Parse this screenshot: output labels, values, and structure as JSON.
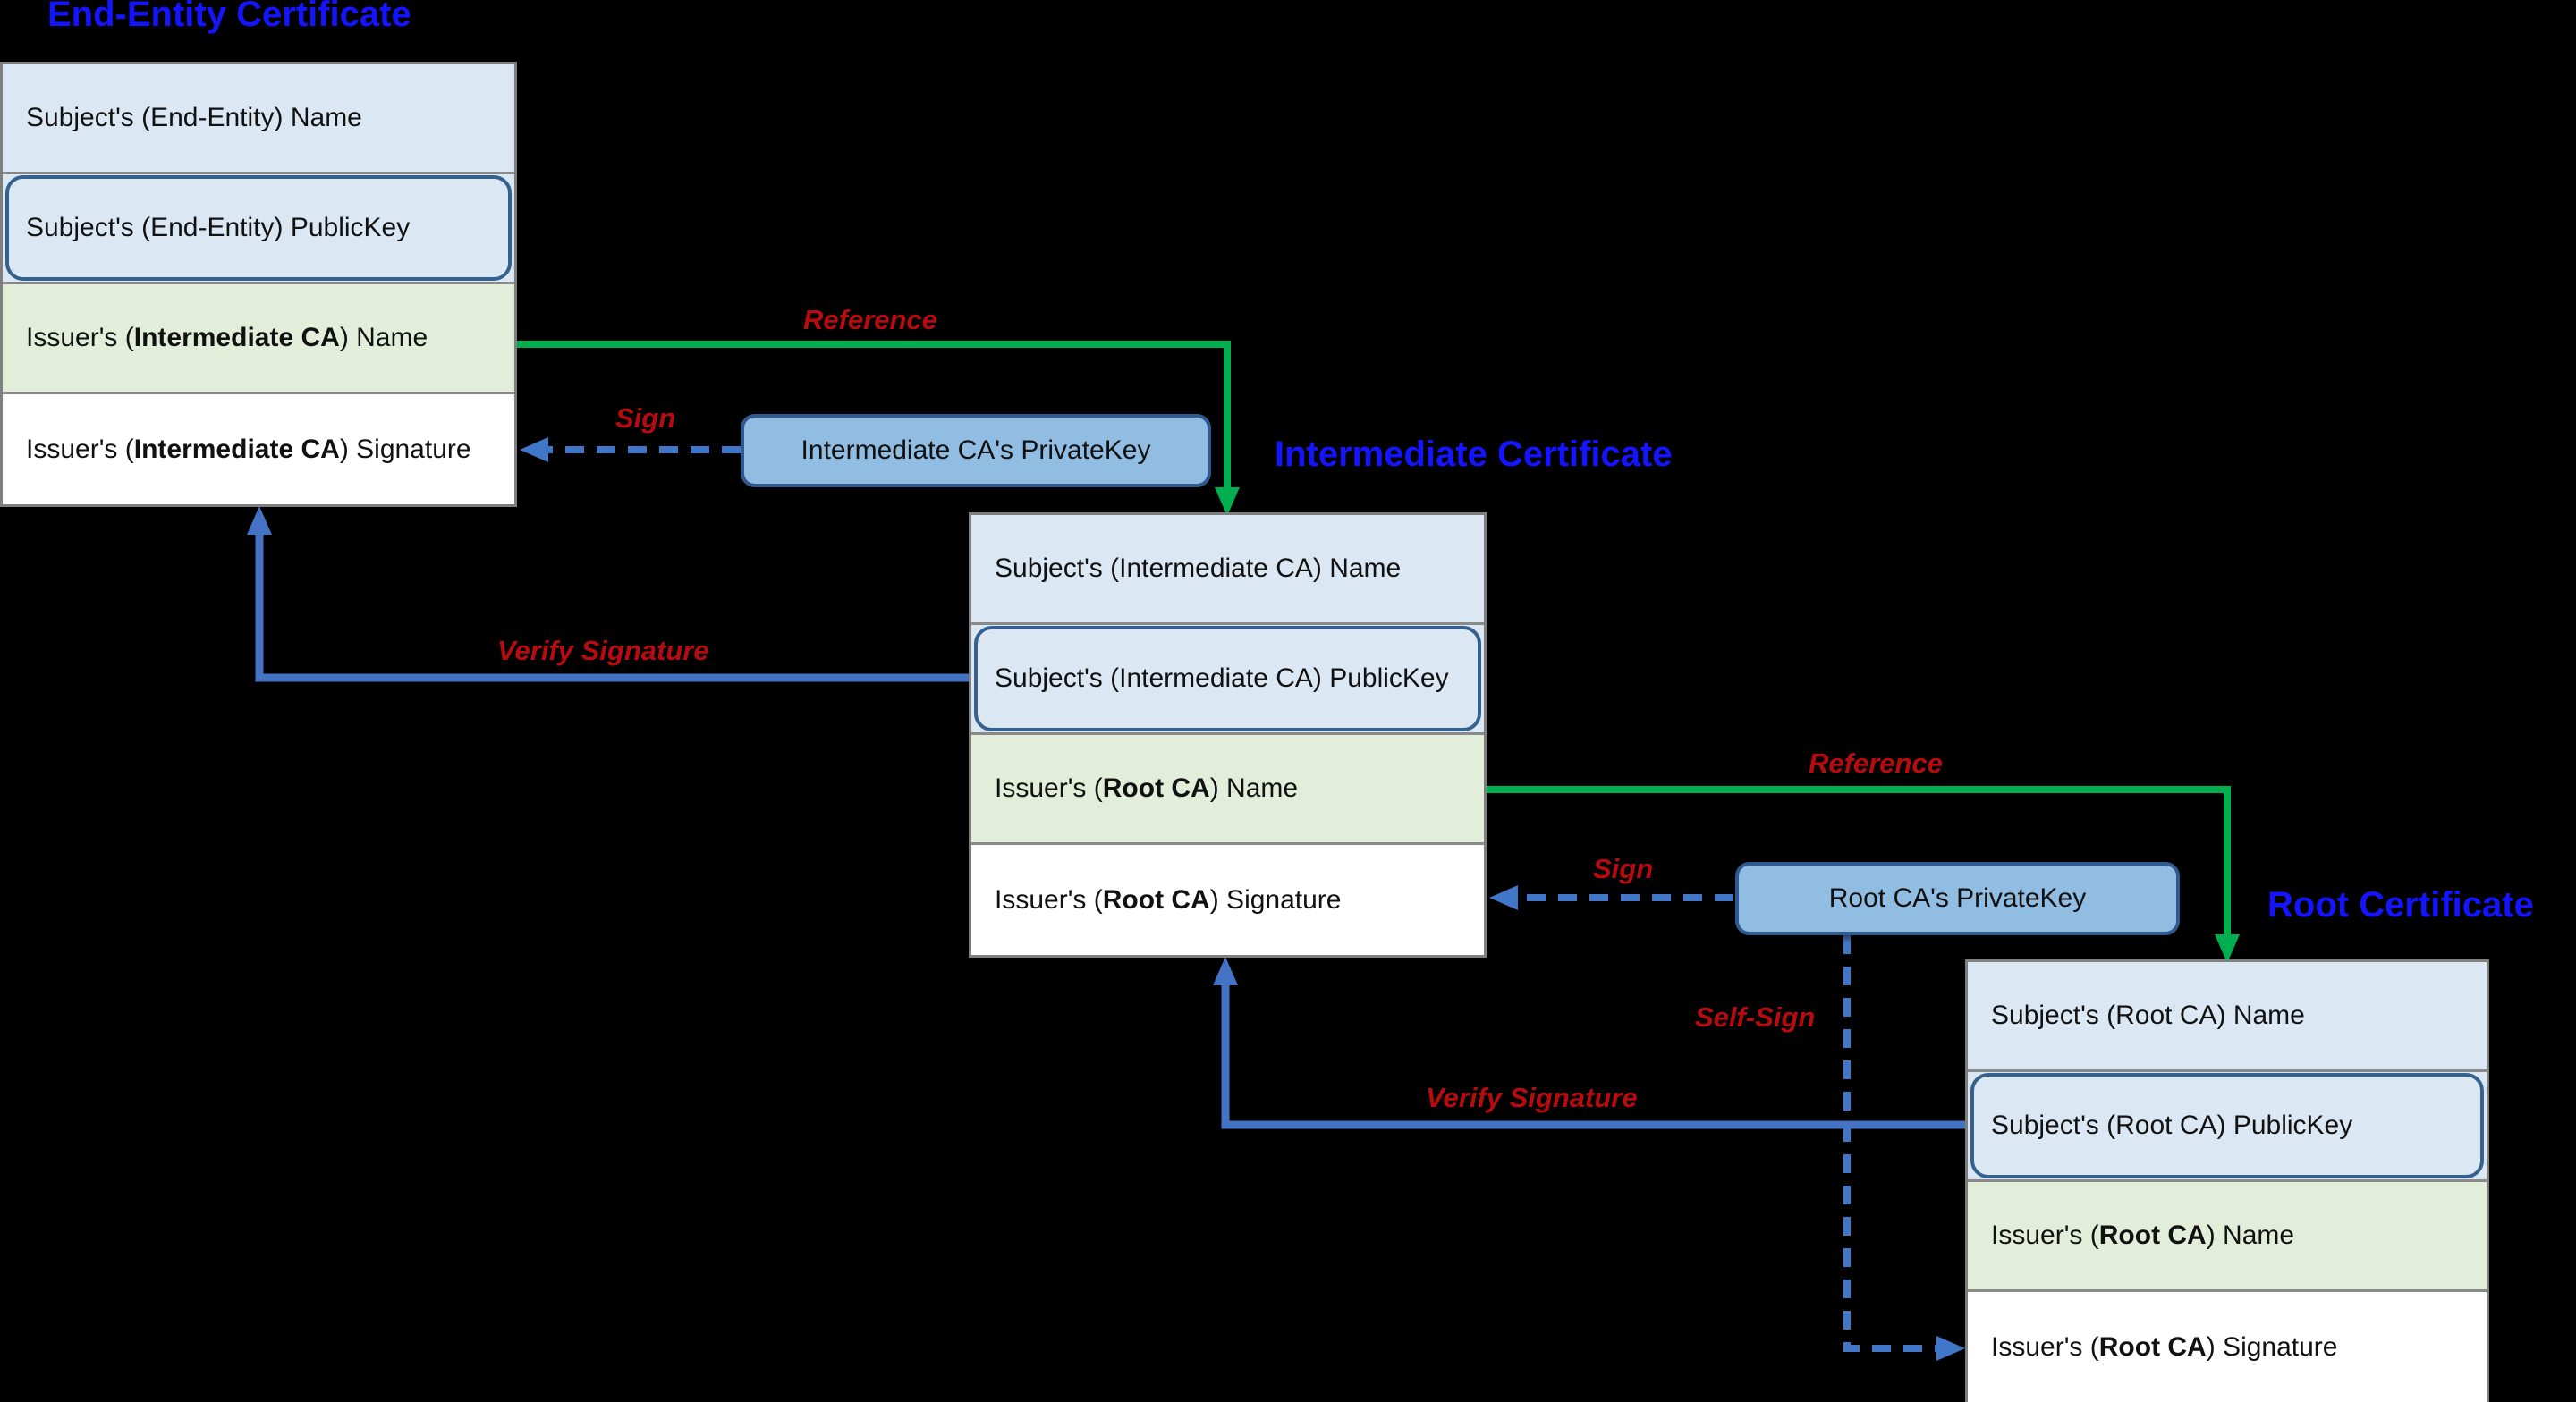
{
  "titles": {
    "end_entity": "End-Entity Certificate",
    "intermediate": "Intermediate Certificate",
    "root": "Root Certificate"
  },
  "certificates": {
    "end_entity": {
      "rows": [
        {
          "pre": "Subject's (End-Entity) Name",
          "bold": "",
          "post": ""
        },
        {
          "pre": "Subject's (End-Entity) PublicKey",
          "bold": "",
          "post": ""
        },
        {
          "pre": "Issuer's (",
          "bold": "Intermediate CA",
          "post": ") Name"
        },
        {
          "pre": "Issuer's (",
          "bold": "Intermediate CA",
          "post": ") Signature"
        }
      ]
    },
    "intermediate": {
      "rows": [
        {
          "pre": "Subject's (Intermediate CA) Name",
          "bold": "",
          "post": ""
        },
        {
          "pre": "Subject's (Intermediate CA) PublicKey",
          "bold": "",
          "post": ""
        },
        {
          "pre": "Issuer's (",
          "bold": "Root CA",
          "post": ") Name"
        },
        {
          "pre": "Issuer's (",
          "bold": "Root CA",
          "post": ") Signature"
        }
      ]
    },
    "root": {
      "rows": [
        {
          "pre": "Subject's (Root CA) Name",
          "bold": "",
          "post": ""
        },
        {
          "pre": "Subject's (Root CA) PublicKey",
          "bold": "",
          "post": ""
        },
        {
          "pre": "Issuer's (",
          "bold": "Root CA",
          "post": ") Name"
        },
        {
          "pre": "Issuer's (",
          "bold": "Root CA",
          "post": ") Signature"
        }
      ]
    }
  },
  "private_keys": {
    "intermediate": "Intermediate CA's PrivateKey",
    "root": "Root CA's PrivateKey"
  },
  "labels": {
    "reference1": "Reference",
    "sign1": "Sign",
    "verify1": "Verify Signature",
    "reference2": "Reference",
    "sign2": "Sign",
    "self_sign": "Self-Sign",
    "verify2": "Verify Signature"
  },
  "colors": {
    "background": "#000000",
    "title_blue": "#1414ff",
    "label_red": "#b80b10",
    "reference_green": "#00b050",
    "verify_blue": "#4472c4",
    "sign_dashed_blue": "#4177c8",
    "row_light_blue": "#dbe8f4",
    "row_light_green": "#e2eed9",
    "row_white": "#ffffff",
    "publickey_border_blue": "#35618f",
    "privatekey_fill": "#92bde2",
    "privatekey_border": "#2e5a8f",
    "cert_border_gray": "#7f7f7f"
  }
}
